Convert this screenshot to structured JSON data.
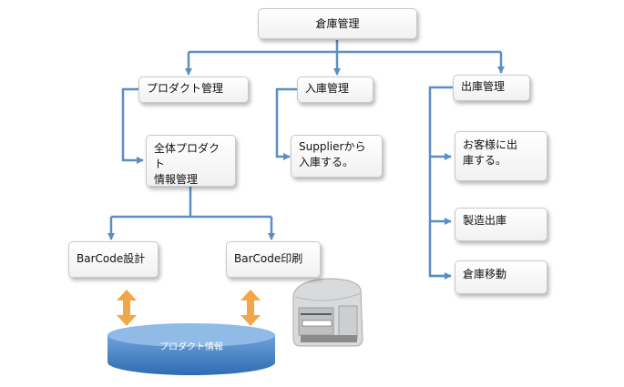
{
  "nodes": {
    "root": "倉庫管理",
    "product_mgmt": "プロダクト管理",
    "inbound_mgmt": "入庫管理",
    "outbound_mgmt": "出庫管理",
    "all_product_info": "全体プロダクト\n情報管理",
    "supplier_inbound": "Supplierから\n入庫する。",
    "customer_outbound": "お客様に出\n庫する。",
    "manufacturing_outbound": "製造出庫",
    "warehouse_transfer": "倉庫移動",
    "barcode_design": "BarCode設計",
    "barcode_print": "BarCode印刷"
  },
  "database": {
    "label": "プロダクト情報"
  },
  "colors": {
    "connector": "#5b8ec3",
    "arrow": "#f2a64a",
    "database": "#3a78bf"
  },
  "icons": {
    "printer": "label-printer-icon"
  }
}
